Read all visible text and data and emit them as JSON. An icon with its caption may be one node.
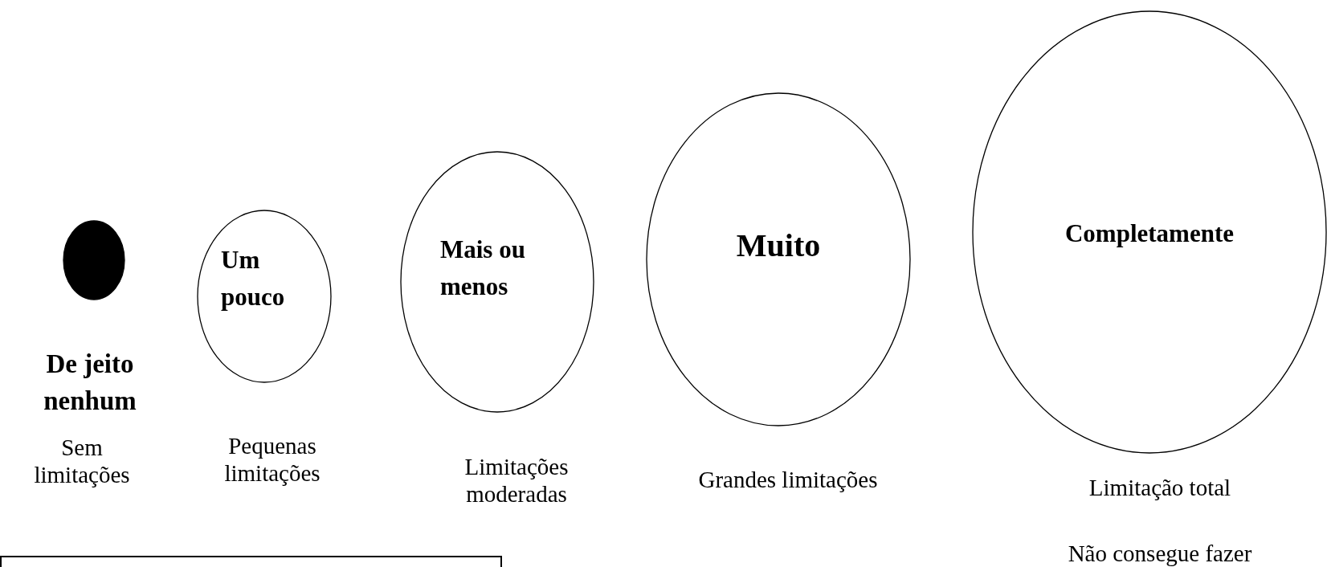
{
  "diagram": {
    "nodes": [
      {
        "text": [],
        "shape": "circle",
        "beside": [
          "De jeito nenhum",
          "Sem limitações"
        ]
      },
      {
        "text": [
          "Um pouco"
        ],
        "beside": [
          "Pequenas limitações"
        ]
      },
      {
        "text": [
          "Mais ou menos"
        ],
        "beside": [
          "Limitações moderadas"
        ]
      },
      {
        "text": [
          "Muito"
        ],
        "beside": [
          "Grandes limitações"
        ]
      },
      {
        "text": [
          "Completamente"
        ],
        "beside": [
          "Limitação total",
          "Não consegue fazer"
        ]
      }
    ],
    "edges": []
  }
}
